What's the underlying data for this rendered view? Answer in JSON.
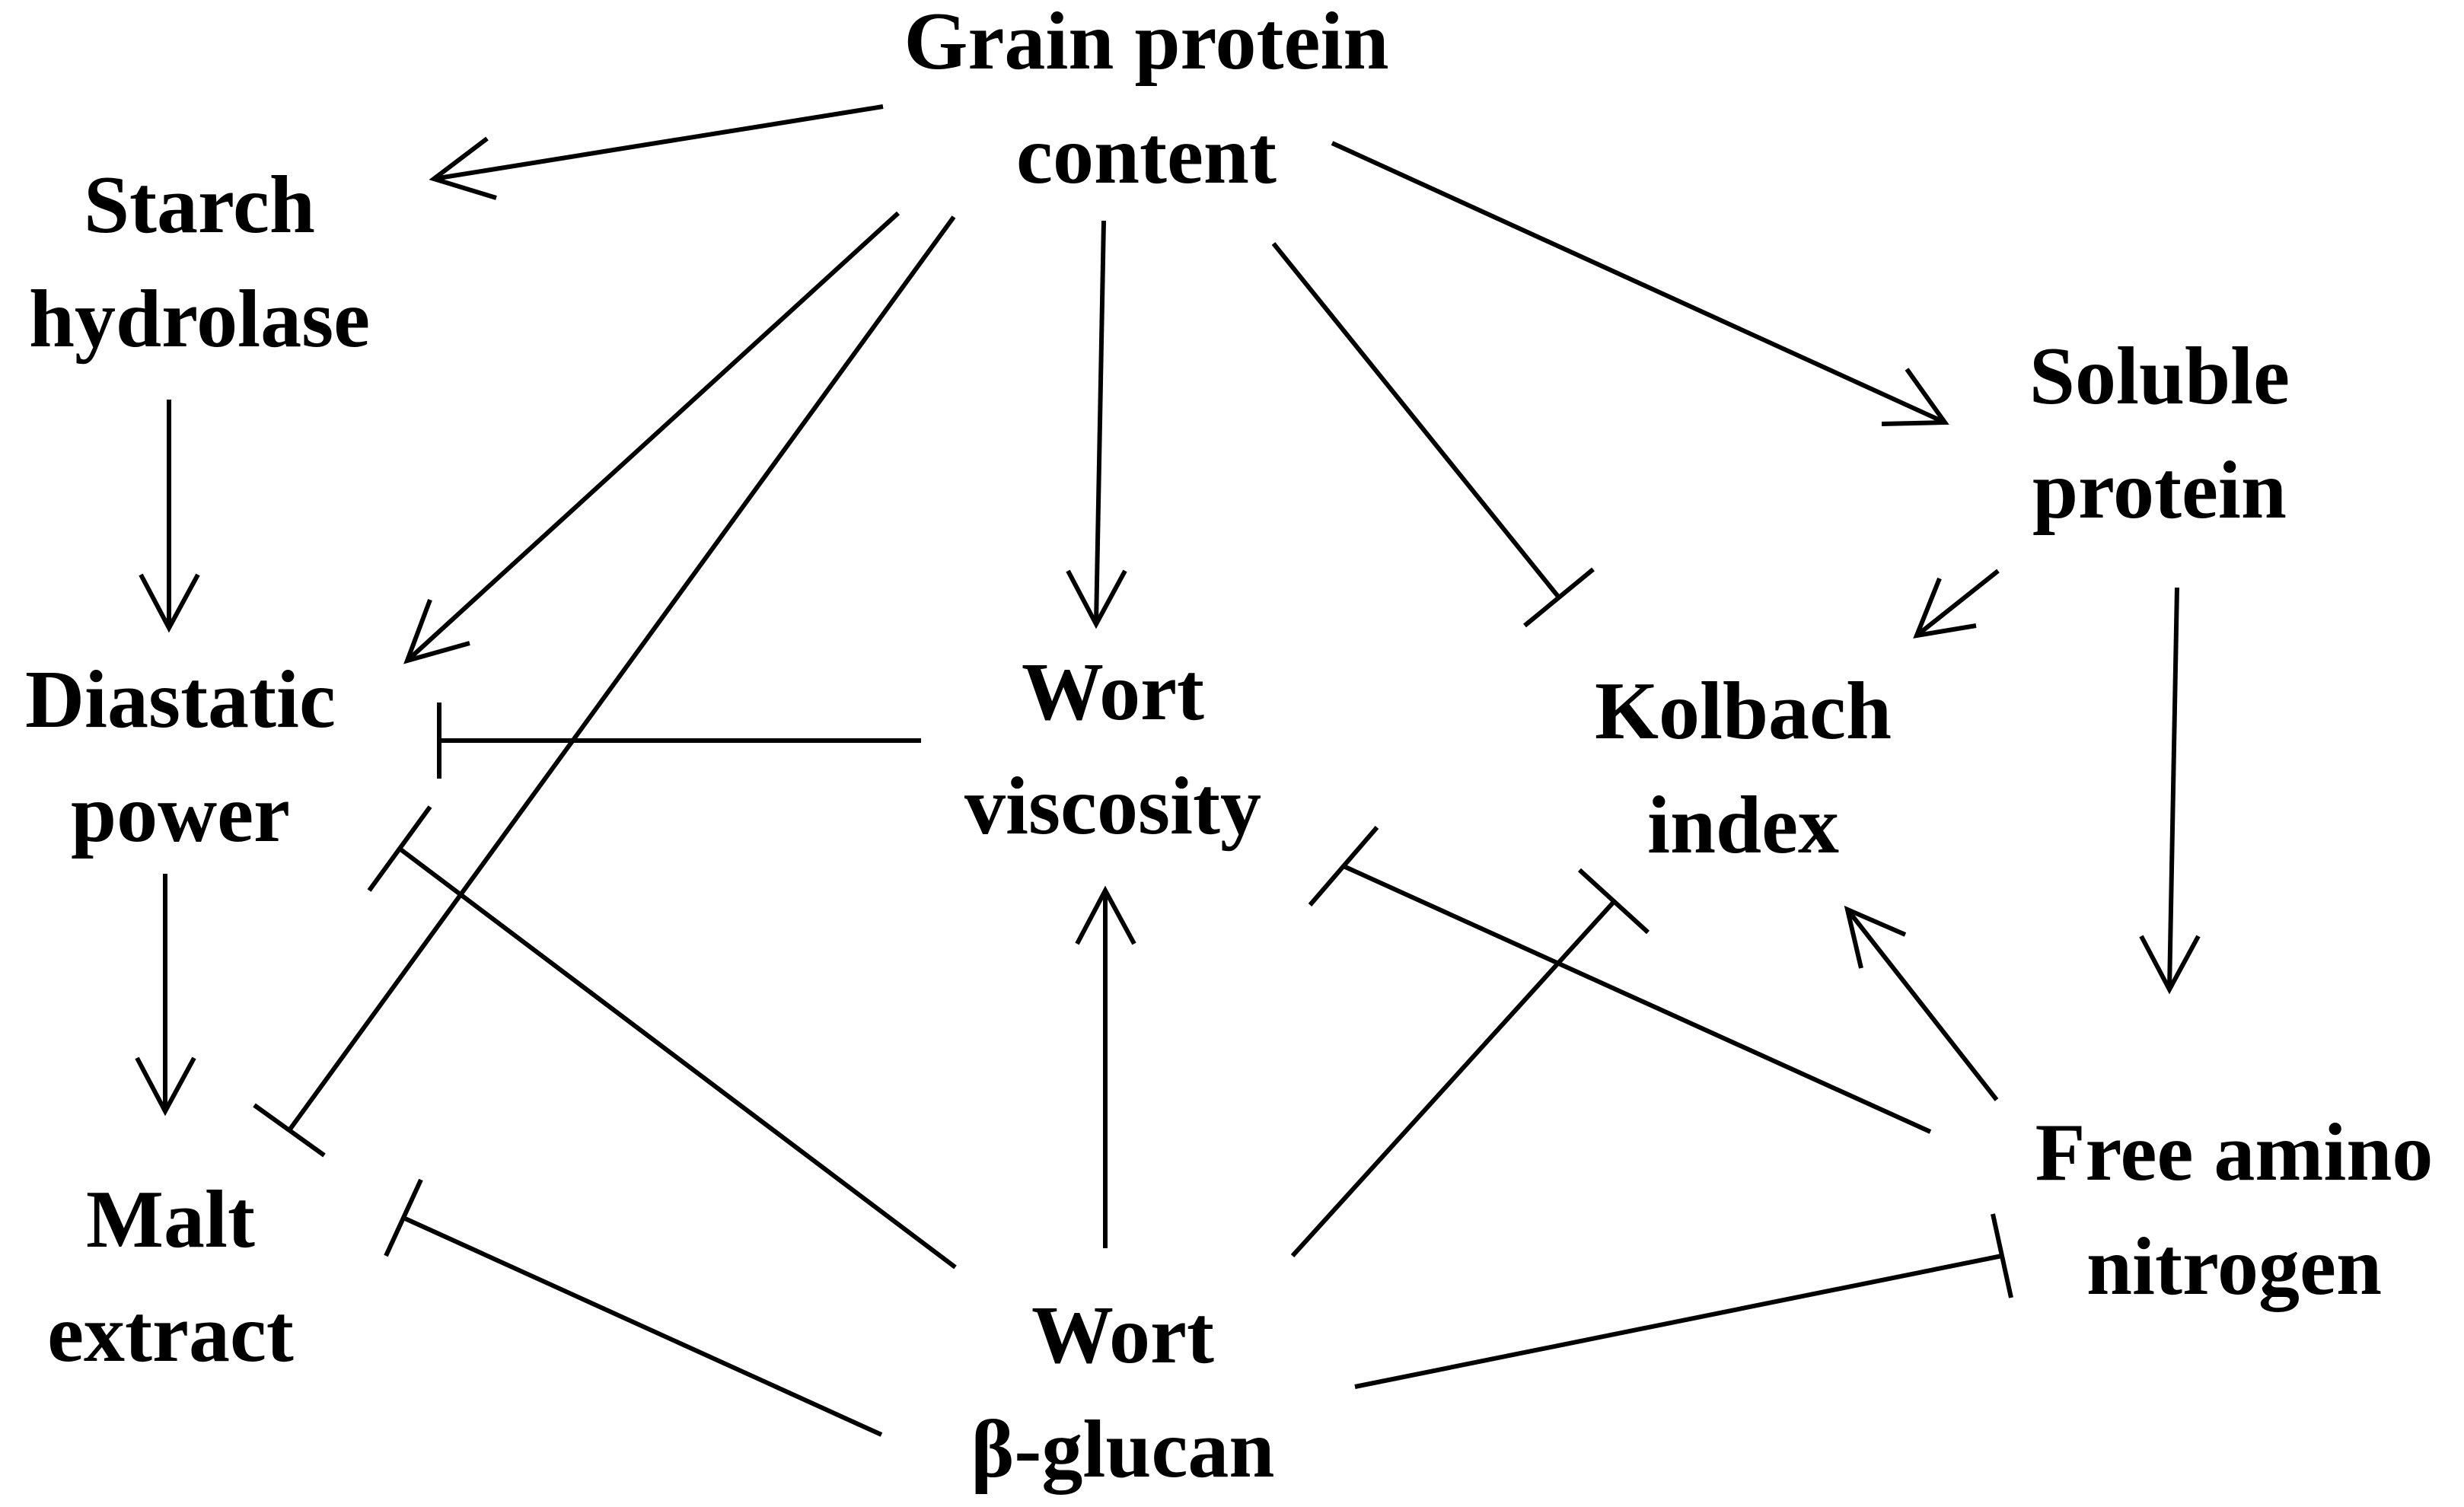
{
  "nodes": {
    "grain_protein": {
      "line1": "Grain protein",
      "line2": "content"
    },
    "starch_hydrolase": {
      "line1": "Starch",
      "line2": "hydrolase"
    },
    "soluble_protein": {
      "line1": "Soluble",
      "line2": "protein"
    },
    "diastatic_power": {
      "line1": "Diastatic",
      "line2": "power"
    },
    "wort_viscosity": {
      "line1": "Wort",
      "line2": "viscosity"
    },
    "kolbach_index": {
      "line1": "Kolbach",
      "line2": "index"
    },
    "malt_extract": {
      "line1": "Malt",
      "line2": "extract"
    },
    "wort_beta_glucan": {
      "line1": "Wort",
      "line2": "β-glucan"
    },
    "free_amino_nitrogen": {
      "line1": "Free amino",
      "line2": "nitrogen"
    }
  },
  "edges": [
    {
      "from": "Grain protein content",
      "to": "Starch hydrolase",
      "type": "activation"
    },
    {
      "from": "Grain protein content",
      "to": "Soluble protein",
      "type": "activation"
    },
    {
      "from": "Grain protein content",
      "to": "Diastatic power",
      "type": "activation"
    },
    {
      "from": "Grain protein content",
      "to": "Wort viscosity",
      "type": "activation"
    },
    {
      "from": "Grain protein content",
      "to": "Kolbach index",
      "type": "inhibition"
    },
    {
      "from": "Grain protein content",
      "to": "Malt extract",
      "type": "inhibition"
    },
    {
      "from": "Starch hydrolase",
      "to": "Diastatic power",
      "type": "activation"
    },
    {
      "from": "Diastatic power",
      "to": "Malt extract",
      "type": "activation"
    },
    {
      "from": "Wort viscosity",
      "to": "Diastatic power",
      "type": "inhibition"
    },
    {
      "from": "Soluble protein",
      "to": "Kolbach index",
      "type": "activation"
    },
    {
      "from": "Soluble protein",
      "to": "Free amino nitrogen",
      "type": "activation"
    },
    {
      "from": "Free amino nitrogen",
      "to": "Kolbach index",
      "type": "activation"
    },
    {
      "from": "Free amino nitrogen",
      "to": "Wort viscosity",
      "type": "inhibition"
    },
    {
      "from": "Wort β-glucan",
      "to": "Wort viscosity",
      "type": "activation"
    },
    {
      "from": "Wort β-glucan",
      "to": "Diastatic power",
      "type": "inhibition"
    },
    {
      "from": "Wort β-glucan",
      "to": "Kolbach index",
      "type": "inhibition"
    },
    {
      "from": "Wort β-glucan",
      "to": "Malt extract",
      "type": "inhibition"
    },
    {
      "from": "Wort β-glucan",
      "to": "Free amino nitrogen",
      "type": "inhibition"
    }
  ]
}
